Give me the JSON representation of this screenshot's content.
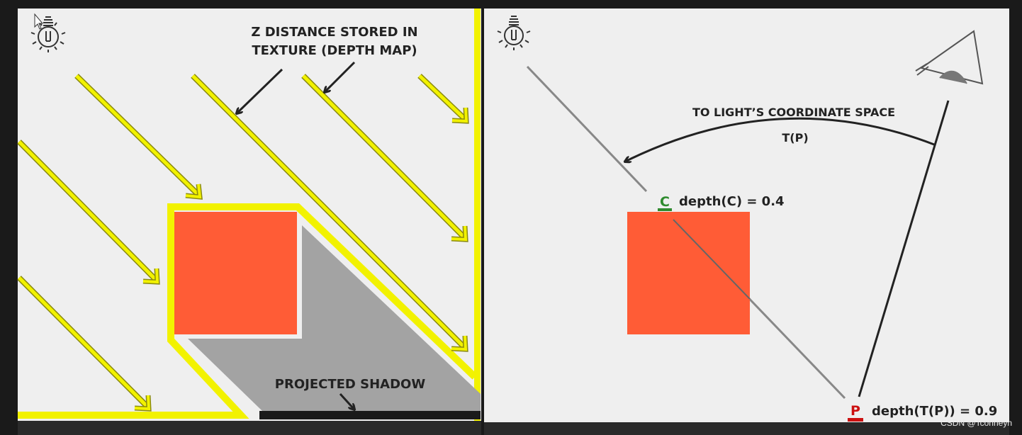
{
  "left_panel": {
    "depth_map_label_line1": "Z DISTANCE STORED IN",
    "depth_map_label_line2": "TEXTURE (DEPTH MAP)",
    "shadow_label": "PROJECTED SHADOW"
  },
  "right_panel": {
    "transform_label": "TO LIGHT’S COORDINATE SPACE",
    "transform_symbol": "T(P)",
    "point_c_letter": "C",
    "point_c_depth": "depth(C) = 0.4",
    "point_p_letter": "P",
    "point_p_depth": "depth(T(P)) = 0.9"
  },
  "watermark": "CSDN @Tcohneyn",
  "colors": {
    "panel_bg": "#efefef",
    "frame": "#1a1a1a",
    "light_ray": "#f2f200",
    "ray_outline": "#8a8a10",
    "box": "#ff5c36",
    "shadow": "#a3a3a3",
    "point_c": "#2e8b2e",
    "point_p": "#cc1111"
  }
}
